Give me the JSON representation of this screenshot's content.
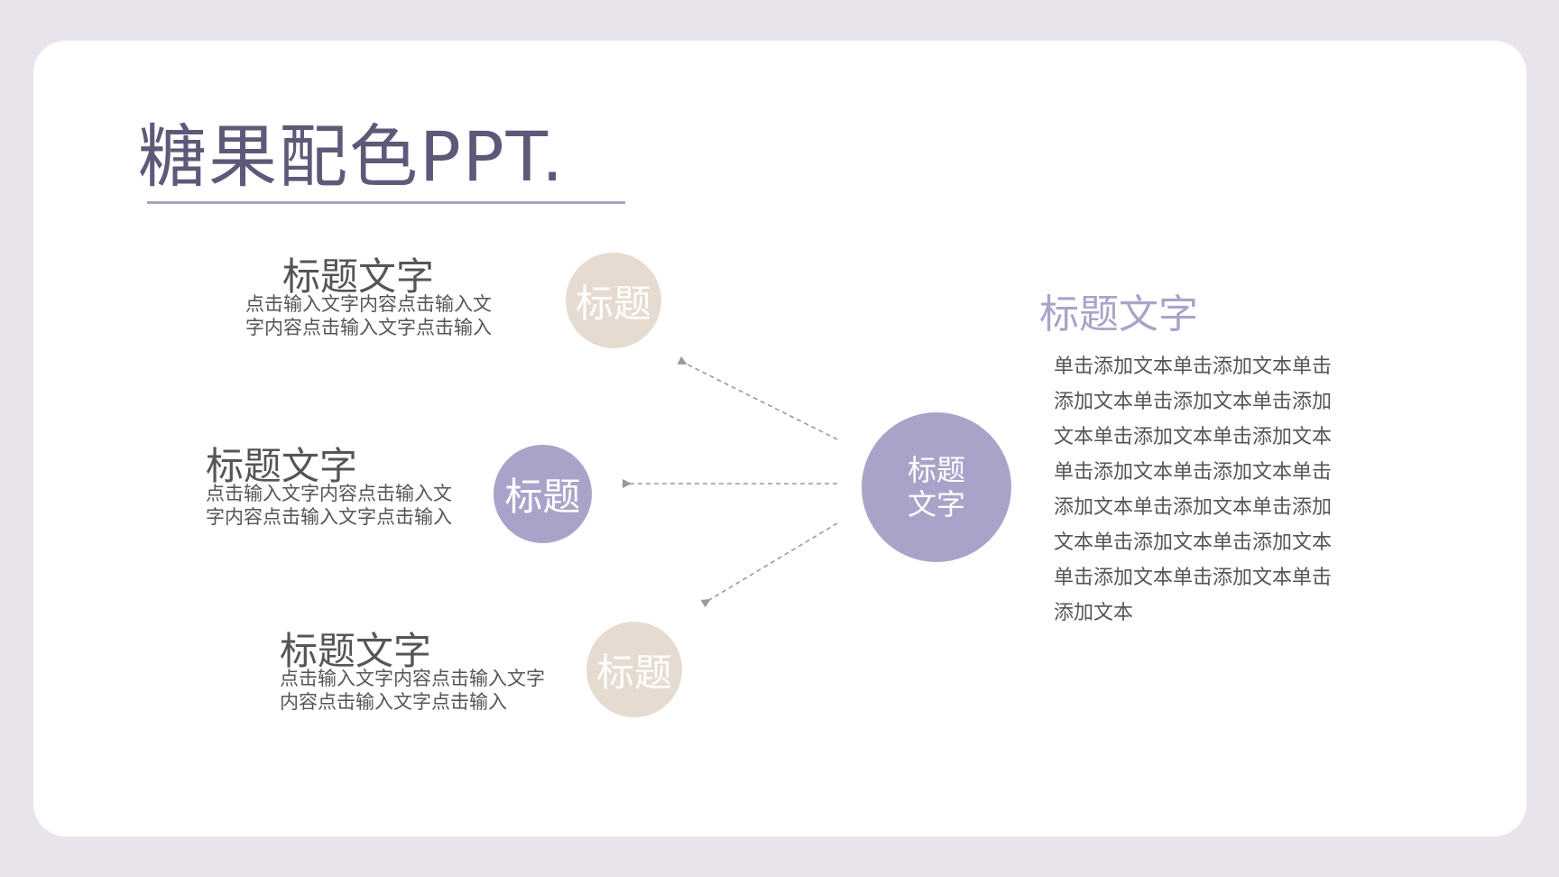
{
  "slide": {
    "title": "糖果配色PPT."
  },
  "items": [
    {
      "heading": "标题文字",
      "description_line1": "点击输入文字内容点击输入文",
      "description_line2": "字内容点击输入文字点击输入",
      "circle_label": "标题",
      "circle_color": "#e6dbd0"
    },
    {
      "heading": "标题文字",
      "description_line1": "点击输入文字内容点击输入文",
      "description_line2": "字内容点击输入文字点击输入",
      "circle_label": "标题",
      "circle_color": "#aaa3c9"
    },
    {
      "heading": "标题文字",
      "description_line1": "点击输入文字内容点击输入文字",
      "description_line2": "内容点击输入文字点击输入",
      "circle_label": "标题",
      "circle_color": "#e6dbd0"
    }
  ],
  "center": {
    "label": "标题文字",
    "color": "#aaa3c9"
  },
  "right_panel": {
    "heading": "标题文字",
    "body": "单击添加文本单击添加文本单击添加文本单击添加文本单击添加文本单击添加文本单击添加文本单击添加文本单击添加文本单击添加文本单击添加文本单击添加文本单击添加文本单击添加文本单击添加文本单击添加文本单击添加文本"
  },
  "colors": {
    "background": "#e9e4ec",
    "card": "#ffffff",
    "title": "#5f5878",
    "accent_lavender": "#aaa3c9",
    "accent_beige": "#e6dbd0",
    "text": "#555555",
    "arrow": "#9a9a9a"
  }
}
